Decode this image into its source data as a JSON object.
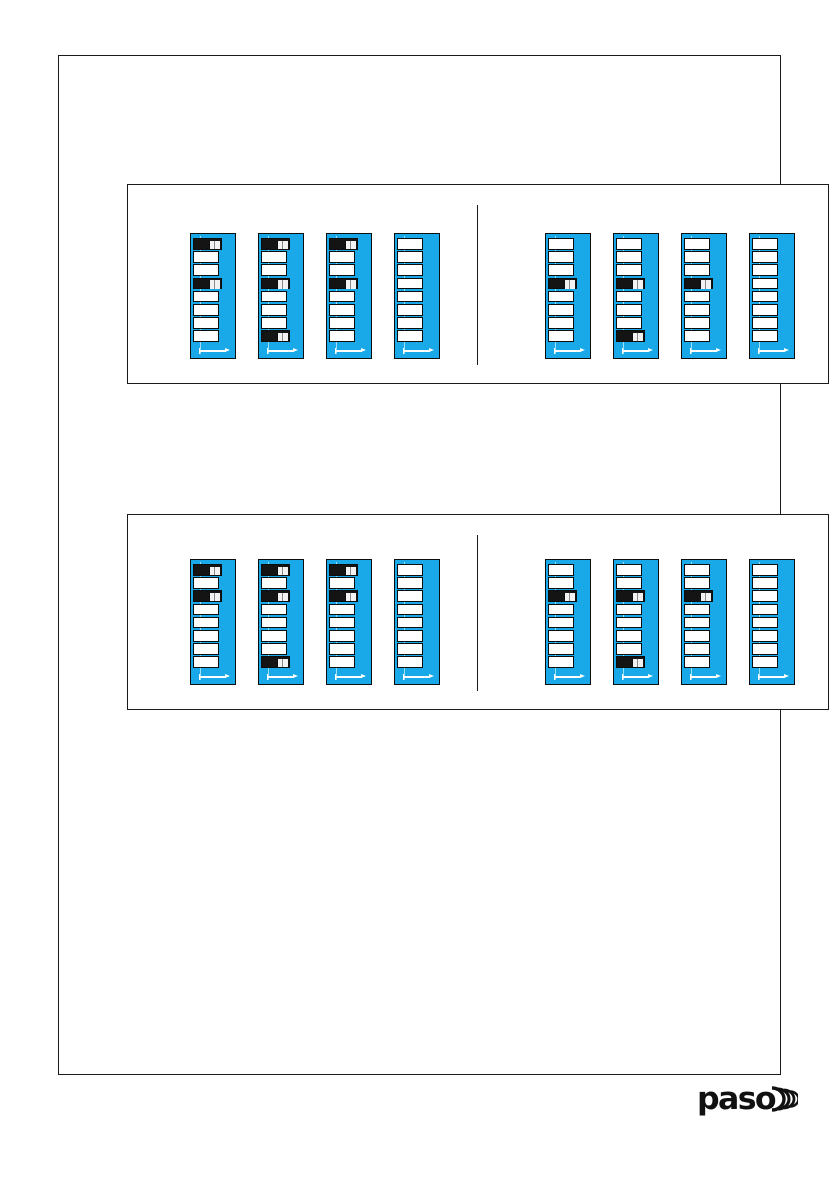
{
  "page": {
    "background_color": "#ffffff",
    "border_color": "#1a1a1a",
    "accent_blue": "#19a9e8",
    "switch_body_black": "#141414",
    "switch_lever_white": "#ffffff"
  },
  "brand": {
    "name": "paso",
    "logo_wave_count": 4,
    "logo_color": "#111111"
  },
  "figures": [
    {
      "id": "figure-1",
      "groups": [
        {
          "id": "figure-1-left",
          "side": "left",
          "blocks": [
            {
              "id": "f1-l-b1",
              "positions": 8,
              "on": [
                1,
                4
              ]
            },
            {
              "id": "f1-l-b2",
              "positions": 8,
              "on": [
                1,
                4,
                8
              ]
            },
            {
              "id": "f1-l-b3",
              "positions": 8,
              "on": [
                1,
                4
              ]
            },
            {
              "id": "f1-l-b4",
              "positions": 8,
              "on": []
            }
          ]
        },
        {
          "id": "figure-1-right",
          "side": "right",
          "blocks": [
            {
              "id": "f1-r-b1",
              "positions": 8,
              "on": [
                4
              ]
            },
            {
              "id": "f1-r-b2",
              "positions": 8,
              "on": [
                4,
                8
              ]
            },
            {
              "id": "f1-r-b3",
              "positions": 8,
              "on": [
                4
              ]
            },
            {
              "id": "f1-r-b4",
              "positions": 8,
              "on": []
            }
          ]
        }
      ]
    },
    {
      "id": "figure-2",
      "groups": [
        {
          "id": "figure-2-left",
          "side": "left",
          "blocks": [
            {
              "id": "f2-l-b1",
              "positions": 8,
              "on": [
                1,
                3
              ]
            },
            {
              "id": "f2-l-b2",
              "positions": 8,
              "on": [
                1,
                3,
                8
              ]
            },
            {
              "id": "f2-l-b3",
              "positions": 8,
              "on": [
                1,
                3
              ]
            },
            {
              "id": "f2-l-b4",
              "positions": 8,
              "on": []
            }
          ]
        },
        {
          "id": "figure-2-right",
          "side": "right",
          "blocks": [
            {
              "id": "f2-r-b1",
              "positions": 8,
              "on": [
                3
              ]
            },
            {
              "id": "f2-r-b2",
              "positions": 8,
              "on": [
                3,
                8
              ]
            },
            {
              "id": "f2-r-b3",
              "positions": 8,
              "on": [
                3
              ]
            },
            {
              "id": "f2-r-b4",
              "positions": 8,
              "on": []
            }
          ]
        }
      ]
    }
  ]
}
